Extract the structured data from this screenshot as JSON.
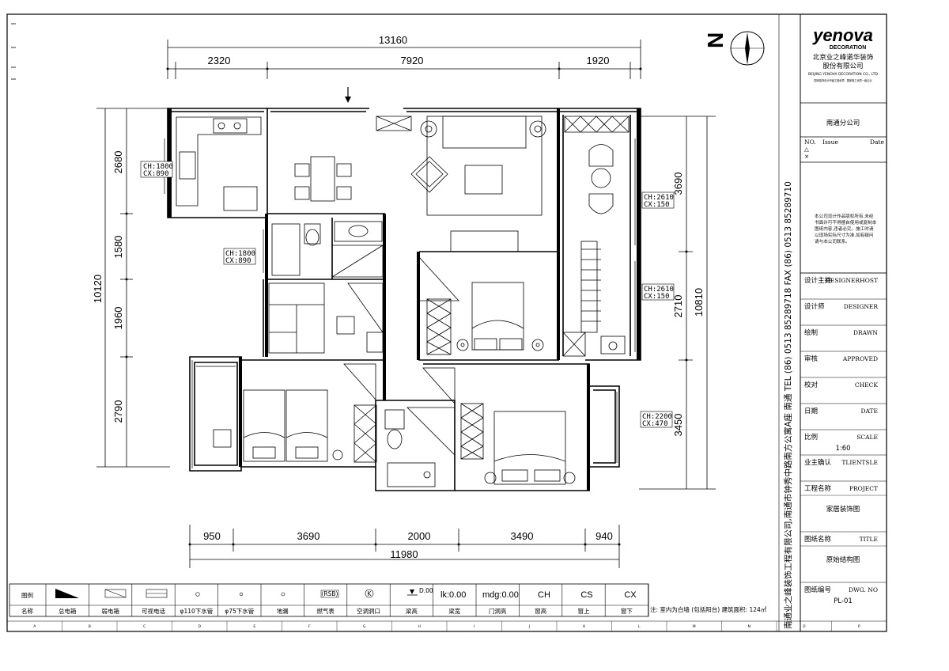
{
  "dimensions": {
    "top_total": "13160",
    "top_segments": [
      "2320",
      "7920",
      "1920"
    ],
    "bottom_total": "11980",
    "bottom_segments": [
      "950",
      "3690",
      "2000",
      "3490",
      "940"
    ],
    "left_total": "10120",
    "left_segments": [
      "2680",
      "1580",
      "1960",
      "2790"
    ],
    "right_total": "10810",
    "right_segments": [
      "3690",
      "2710",
      "3450"
    ]
  },
  "window_tags": {
    "kitchen": [
      "CH:1800",
      "CX:890"
    ],
    "bath": [
      "CH:1800",
      "CX:890"
    ],
    "east_upper": [
      "CH:2610",
      "CX:150"
    ],
    "east_middle": [
      "CH:2610",
      "CX:150"
    ],
    "east_lower": [
      "CH:2200",
      "CX:470"
    ]
  },
  "company": {
    "logo_main": "yenova",
    "logo_sub": "DECORATION",
    "name_line1": "北京业之峰诺华装饰",
    "name_line2": "股份有限公司",
    "name_en": "BEIJING YENOVA DECORATION CO., LTD",
    "tagline": "国家装饰设计甲级工程资质 · 国家施工资质一级企业",
    "branch": "南通分公司",
    "vertical_text": "南通业之峰装饰工程有限公司,南通市钟秀中路南方公寓A座  南通  TEL (86) 0513 85289718  FAX (86) 0513 85289710",
    "notice": "本公司设计作品版权所有,未经书面许可不得擅自使用或复制本图纸内容,违者必究。施工时请以现场实际尺寸为准,如有疑问请与本公司联系。"
  },
  "title_block": {
    "no_issue_date": [
      "NO.",
      "Issue",
      "Date"
    ],
    "marks": [
      "△",
      "×"
    ],
    "rows": [
      {
        "cn": "设计主持",
        "en": "DESIGNERHOST",
        "value": ""
      },
      {
        "cn": "设计师",
        "en": "DESIGNER",
        "value": ""
      },
      {
        "cn": "绘制",
        "en": "DRAWN",
        "value": ""
      },
      {
        "cn": "审核",
        "en": "APPROVED",
        "value": ""
      },
      {
        "cn": "校对",
        "en": "CHECK",
        "value": ""
      },
      {
        "cn": "日期",
        "en": "DATE",
        "value": ""
      },
      {
        "cn": "比例",
        "en": "SCALE",
        "value": "1:60"
      },
      {
        "cn": "业主确认",
        "en": "TLIENTSLE",
        "value": ""
      },
      {
        "cn": "工程名称",
        "en": "PROJECT",
        "value": "家居装饰图"
      },
      {
        "cn": "图纸名称",
        "en": "TITLE",
        "value": "原始结构图"
      },
      {
        "cn": "图纸编号",
        "en": "DWG. NO",
        "value": "PL-01"
      }
    ]
  },
  "legend": {
    "row1_label": "图例",
    "row2_label": "名称",
    "names": [
      "总电箱",
      "弱电箱",
      "可视电话",
      "φ110下水管",
      "φ75下水管",
      "地漏",
      "燃气表",
      "空调洞口",
      "梁高",
      "梁宽",
      "门洞高",
      "窗高",
      "窗上",
      "窗下"
    ],
    "symbol_texts": {
      "gas": "(RSB)",
      "ac": "K",
      "beam_height": "D.00",
      "beam_width": "lk:0.00",
      "door_height": "mdg:0.00",
      "ch": "CH",
      "cs": "CS",
      "cx": "CX"
    },
    "note": "注: 室内为白墙 (包括阳台) 建筑面积: 124㎡"
  },
  "frame_marks": [
    "A",
    "B",
    "C",
    "D",
    "E",
    "F",
    "G",
    "H",
    "I",
    "J",
    "K",
    "L",
    "M",
    "N",
    "O",
    "P"
  ],
  "north_label": "N"
}
